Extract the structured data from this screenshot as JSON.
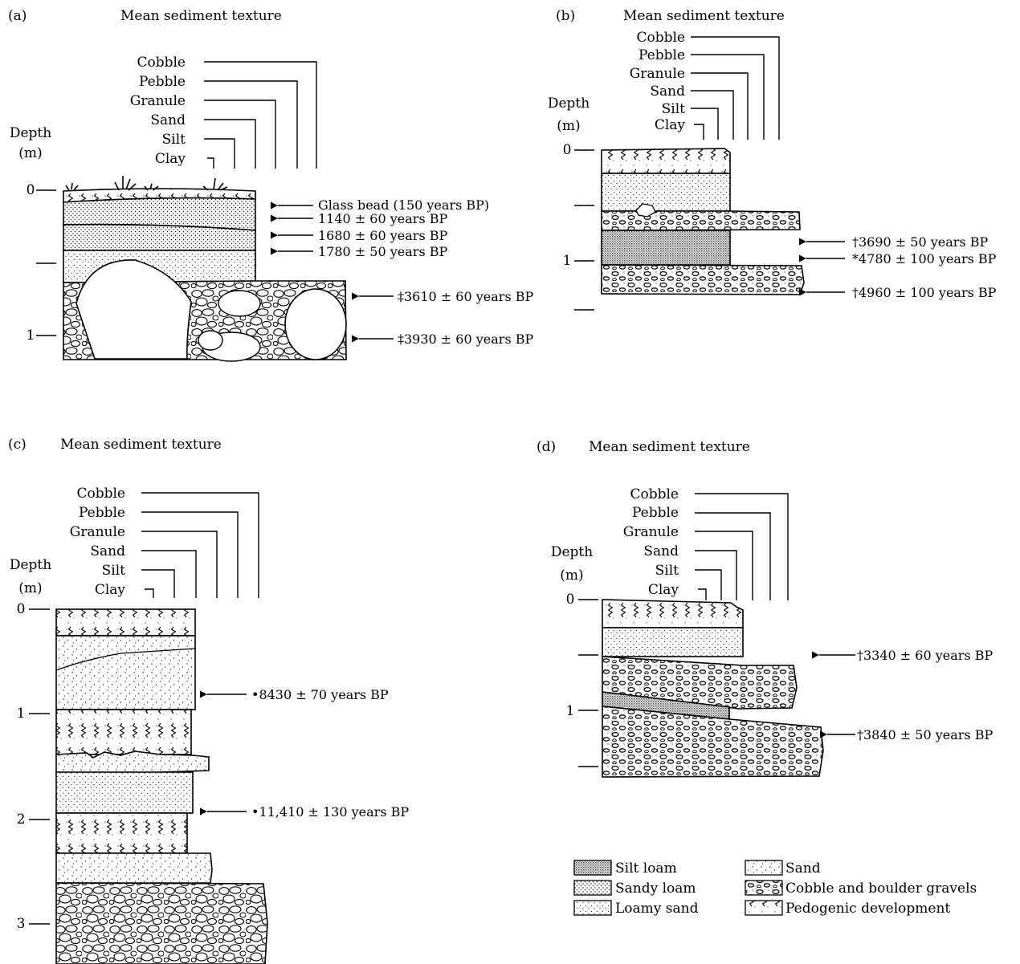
{
  "header": "Mean sediment texture",
  "texture_classes": [
    "Cobble",
    "Pebble",
    "Granule",
    "Sand",
    "Silt",
    "Clay"
  ],
  "depth_label": "Depth",
  "depth_unit": "(m)",
  "panels": [
    {
      "id": "(a)",
      "depth_ticks": [
        "0",
        "1"
      ],
      "dates": [
        "Glass bead (150 years BP)",
        "1140 ± 60 years BP",
        "1680 ± 60 years BP",
        "1780 ± 50 years BP",
        "‡3610 ± 60 years BP",
        "‡3930 ± 60 years BP"
      ]
    },
    {
      "id": "(b)",
      "depth_ticks": [
        "0",
        "1"
      ],
      "dates": [
        "†3690 ± 50 years BP",
        "*4780 ± 100 years BP",
        "†4960 ± 100 years BP"
      ]
    },
    {
      "id": "(c)",
      "depth_ticks": [
        "0",
        "1",
        "2",
        "3"
      ],
      "dates": [
        "•8430 ± 70 years BP",
        "•11,410 ± 130 years BP"
      ]
    },
    {
      "id": "(d)",
      "depth_ticks": [
        "0",
        "1"
      ],
      "dates": [
        "†3340 ± 60 years BP",
        "†3840 ± 50 years BP"
      ]
    }
  ],
  "legend": [
    "Silt loam",
    "Sand",
    "Sandy loam",
    "Cobble and boulder gravels",
    "Loamy sand",
    "Pedogenic development"
  ]
}
